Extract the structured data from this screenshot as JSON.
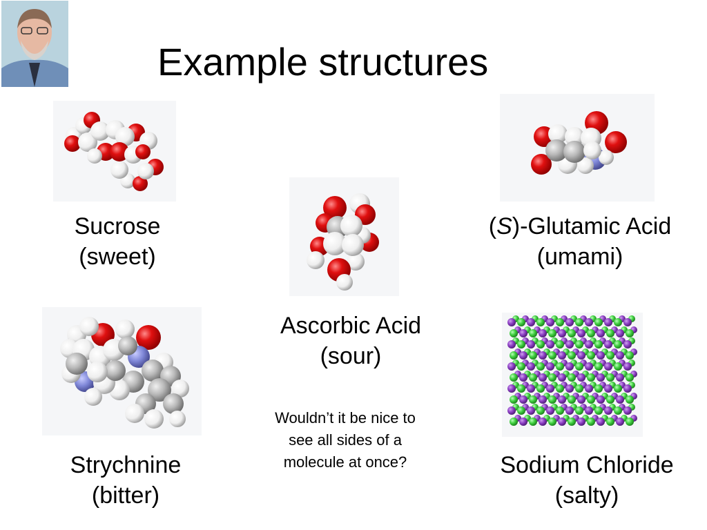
{
  "slide": {
    "title": "Example structures",
    "sucrose": {
      "name": "Sucrose",
      "taste": "(sweet)"
    },
    "glutamic": {
      "prefix": "(",
      "stereo": "S",
      "suffix": ")-Glutamic Acid",
      "taste": "(umami)"
    },
    "ascorbic": {
      "name": "Ascorbic Acid",
      "taste": "(sour)"
    },
    "strychnine": {
      "name": "Strychnine",
      "taste": "(bitter)"
    },
    "sodium": {
      "name": "Sodium Chloride",
      "taste": "(salty)"
    },
    "note": [
      "Wouldn’t it be nice to",
      "see all sides of a",
      "molecule at once?"
    ]
  },
  "colors": {
    "oxygen": "#e01010",
    "hydrogen": "#f2f2f2",
    "carbon": "#b8b8b8",
    "nitrogen": "#8088d8",
    "sodium": "#8c3fc4",
    "chlorine": "#3fcf3f"
  }
}
